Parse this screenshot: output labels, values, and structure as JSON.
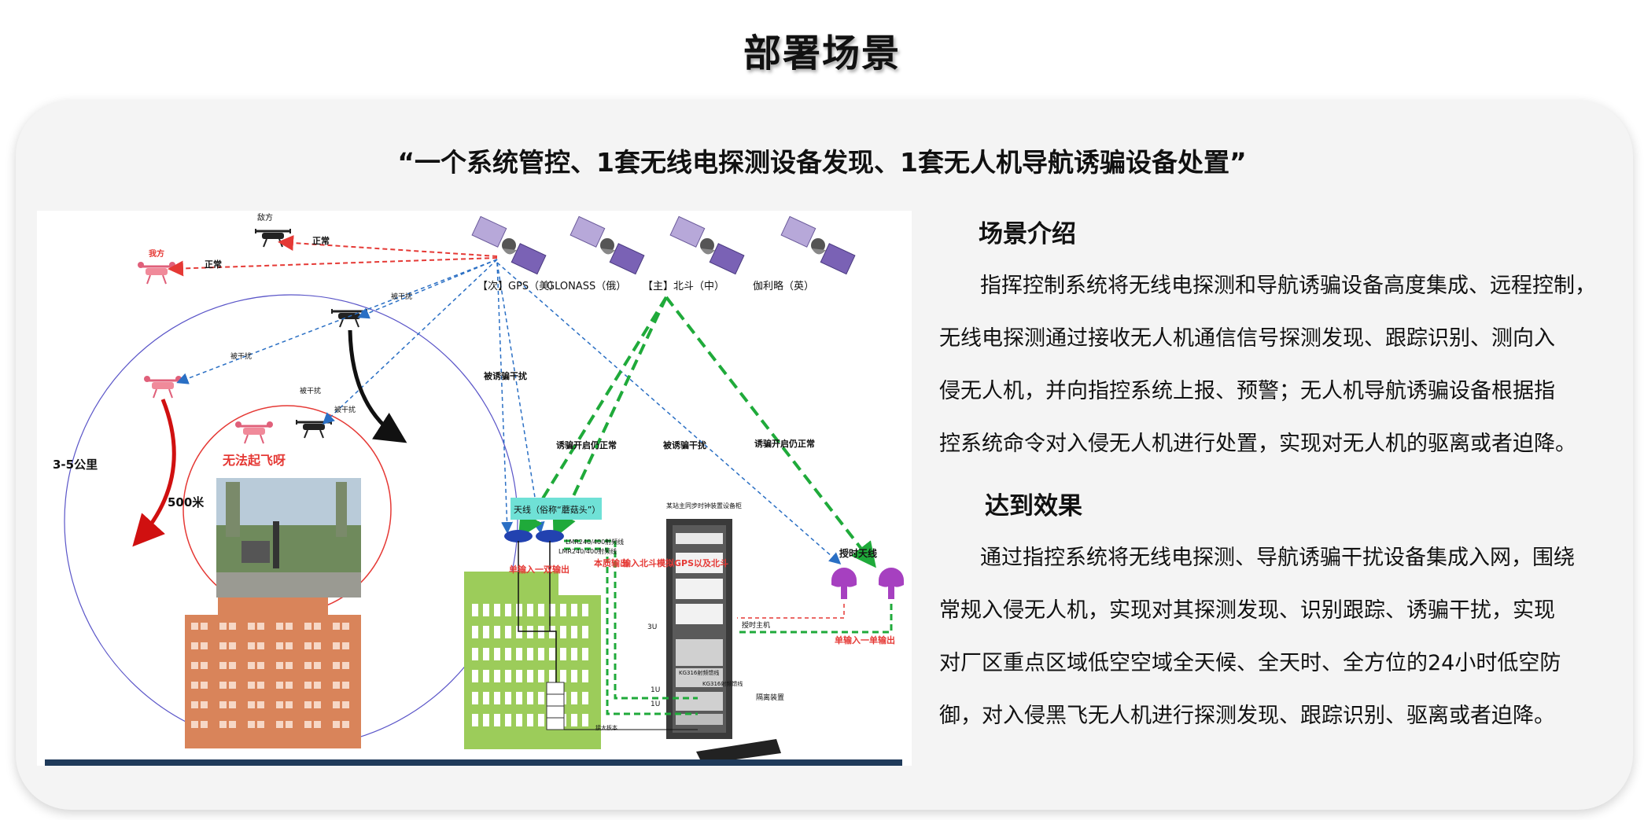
{
  "page": {
    "title": "部署场景"
  },
  "slogan": "“一个系统管控、1套无线电探测设备发现、1套无人机导航诱骗设备处置”",
  "diagram": {
    "satellites": [
      "【次】GPS（美）",
      "GLONASS（俄）",
      "【主】北斗（中）",
      "伽利略（英）"
    ],
    "drones": {
      "enemy": "敌方",
      "ours": "我方"
    },
    "signals": {
      "normal": "正常",
      "jammed": "被干扰",
      "deceived_jammed": "被诱骗干扰",
      "deception_on_normal": "诱骗开启仍正常"
    },
    "labels": {
      "radius": "3-5公里",
      "distance": "500米",
      "cannot_fly": "无法起飞呀",
      "antenna_box": "天线（俗称“蘑菇头”）",
      "lmr_1": "LMR240/400射频线",
      "lmr_2": "LMR240/400射频线",
      "single_dual": "单输入一双输出",
      "local_output": "本质输出",
      "input_beidou": "输入北斗模拟GPS以及北斗",
      "cabinet_title": "某站主同步时钟装置设备柜",
      "timing_host": "授时主机",
      "timing_antenna": "授时天线",
      "single_single": "单输入一单输出",
      "kg316_a": "KG316射频馈线",
      "kg316_b": "KG316射频馈线",
      "isolation": "隔离装置",
      "bottom_plate": "接大板本",
      "u3": "3U",
      "u1a": "1U",
      "u1b": "1U"
    }
  },
  "intro": {
    "heading": "场景介绍",
    "lines": [
      "指挥控制系统将无线电探测和导航诱骗设备高度集成、远程控制，",
      "无线电探测通过接收无人机通信信号探测发现、跟踪识别、测向入",
      "侵无人机，并向指控系统上报、预警；无人机导航诱骗设备根据指",
      "控系统命令对入侵无人机进行处置，实现对无人机的驱离或者迫降。"
    ]
  },
  "effect": {
    "heading": "达到效果",
    "lines": [
      "通过指控系统将无线电探测、导航诱骗干扰设备集成入网，围绕",
      "常规入侵无人机，实现对其探测发现、识别跟踪、诱骗干扰，实现",
      "对厂区重点区域低空空域全天候、全天时、全方位的24小时低空防",
      "御，对入侵黑飞无人机进行探测发现、跟踪识别、驱离或者迫降。"
    ]
  },
  "colors": {
    "red": "#e53935",
    "green": "#1faa3a",
    "blue": "#2a6fc4",
    "building_orange": "#d9845a",
    "building_green": "#9ccc5a"
  }
}
